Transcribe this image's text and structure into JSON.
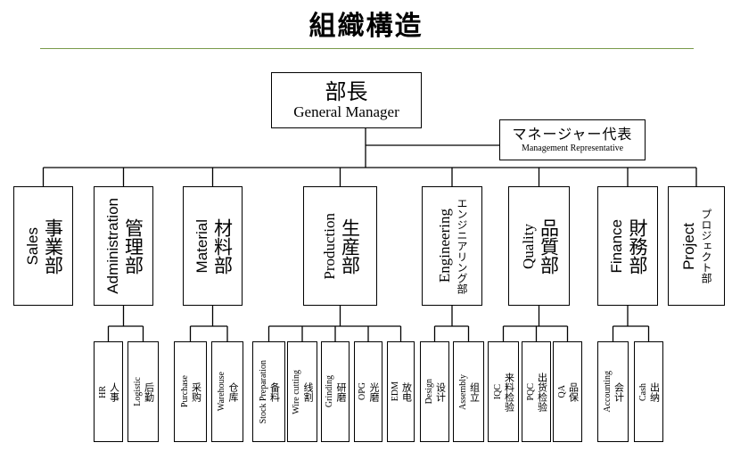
{
  "title": "組織構造",
  "general_manager": {
    "jp": "部長",
    "en": "General Manager"
  },
  "management_rep": {
    "jp": "マネージャー代表",
    "en": "Management Representative"
  },
  "departments": [
    {
      "id": "sales",
      "jp": "事業部",
      "en": "Sales",
      "subs": []
    },
    {
      "id": "admin",
      "jp": "管理部",
      "en": "Administration",
      "subs": [
        {
          "jp": "人事",
          "en": "HR"
        },
        {
          "jp": "后勤",
          "en": "Logistic"
        }
      ]
    },
    {
      "id": "material",
      "jp": "材料部",
      "en": "Material",
      "subs": [
        {
          "jp": "采购",
          "en": "Purchase"
        },
        {
          "jp": "仓库",
          "en": "Warehouse"
        }
      ]
    },
    {
      "id": "production",
      "jp": "生産部",
      "en": "Production",
      "subs": [
        {
          "jp": "备料",
          "en": "Stock Preparation"
        },
        {
          "jp": "线割",
          "en": "Wire cutting"
        },
        {
          "jp": "研磨",
          "en": "Grinding"
        },
        {
          "jp": "光磨",
          "en": "OPG"
        },
        {
          "jp": "放电",
          "en": "EDM"
        }
      ]
    },
    {
      "id": "engineering",
      "jp": "エンジニアリング部",
      "en": "Engineering",
      "subs": [
        {
          "jp": "设计",
          "en": "Design"
        },
        {
          "jp": "组立",
          "en": "Assembly"
        }
      ]
    },
    {
      "id": "quality",
      "jp": "品質部",
      "en": "Quality",
      "subs": [
        {
          "jp": "来料检验",
          "en": "IQC"
        },
        {
          "jp": "出货检验",
          "en": "PQC"
        },
        {
          "jp": "品保",
          "en": "QA"
        }
      ]
    },
    {
      "id": "finance",
      "jp": "財務部",
      "en": "Finance",
      "subs": [
        {
          "jp": "会计",
          "en": "Accounting"
        },
        {
          "jp": "出纳",
          "en": "Cash"
        }
      ]
    },
    {
      "id": "project",
      "jp": "プロジェクト部",
      "en": "Project",
      "subs": []
    }
  ]
}
